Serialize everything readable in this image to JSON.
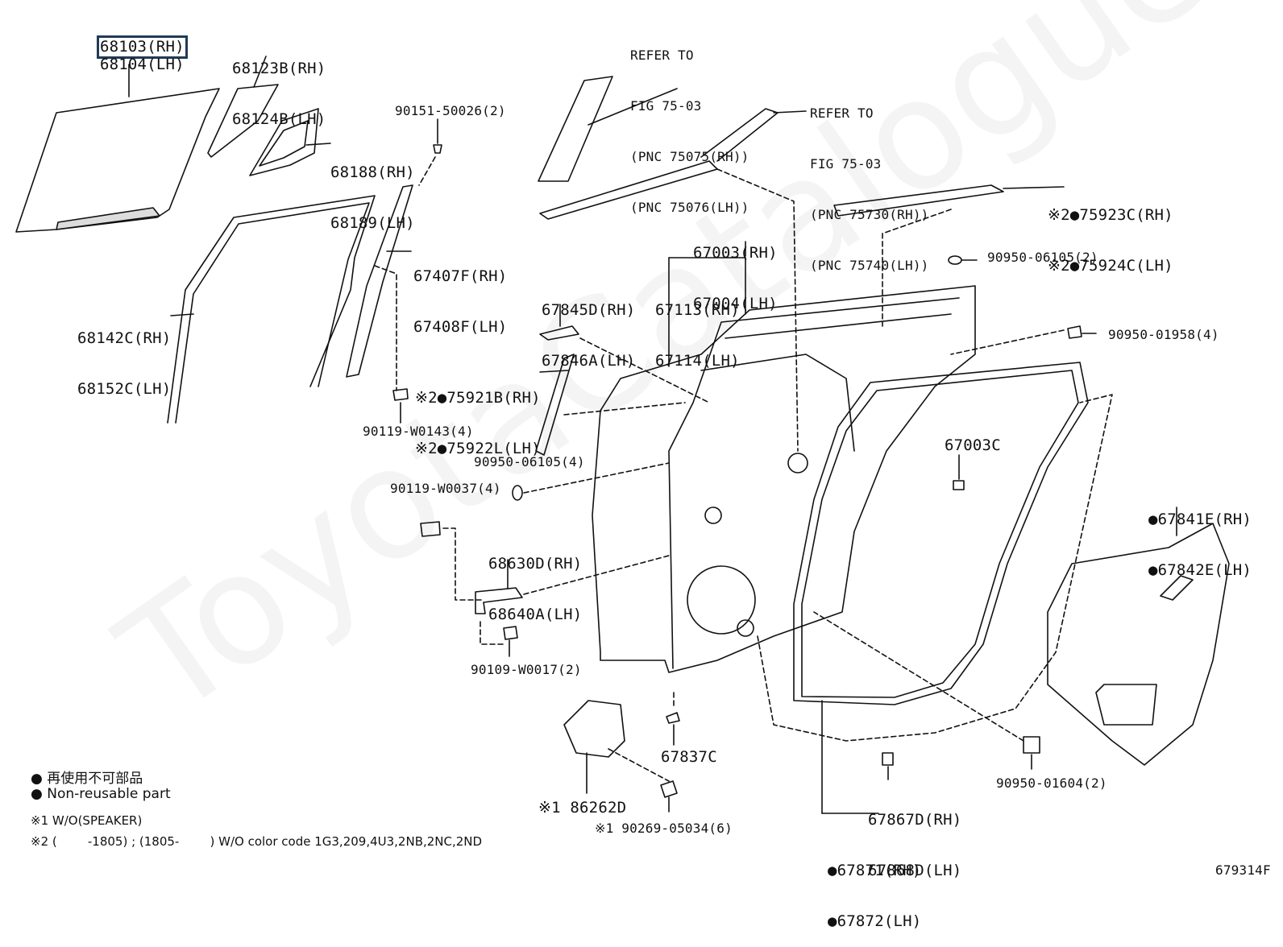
{
  "watermark": "ToyotaCatalogue.ru",
  "callouts": {
    "glass": [
      "68103(RH)",
      "68104(LH)"
    ],
    "quarter_glass": [
      "68123B(RH)",
      "68124B(LH)"
    ],
    "quarter_frame": [
      "68188(RH)",
      "68189(LH)"
    ],
    "screw_90151": "90151-50026(2)",
    "run_channel": [
      "68142C(RH)",
      "68152C(LH)"
    ],
    "division_bar": [
      "67407F(RH)",
      "67408F(LH)"
    ],
    "refer_1": [
      "REFER TO",
      "FIG 75-03",
      "(PNC 75075(RH))",
      "(PNC 75076(LH))"
    ],
    "refer_2": [
      "REFER TO",
      "FIG 75-03",
      "(PNC 75730(RH))",
      "(PNC 75740(LH))"
    ],
    "molding_75923": [
      "※2●75923C(RH)",
      "※2●75924C(LH)"
    ],
    "clip_90950_06105_2": "90950-06105(2)",
    "door_panel": [
      "67003(RH)",
      "67004(LH)"
    ],
    "door_sub": [
      "67113(RH)",
      "67114(LH)"
    ],
    "bracket_67845": [
      "67845D(RH)",
      "67846A(LH)"
    ],
    "clip_90950_01958": "90950-01958(4)",
    "molding_75921": [
      "※2●75921B(RH)",
      "※2●75922L(LH)"
    ],
    "bolt_90119_w0143": "90119-W0143(4)",
    "clip_90950_06105_4": "90950-06105(4)",
    "bolt_90119_w0037": "90119-W0037(4)",
    "hinge_68630": [
      "68630D(RH)",
      "68640A(LH)"
    ],
    "bolt_90109": "90109-W0017(2)",
    "part_67003c": "67003C",
    "service_hole_cover": [
      "●67841E(RH)",
      "●67842E(LH)"
    ],
    "plug_67837c": "67837C",
    "speaker_86262d": "※1 86262D",
    "screw_90269": "※1 90269-05034(6)",
    "clip_67867": [
      "67867D(RH)",
      "67868D(LH)"
    ],
    "clip_90950_01604": "90950-01604(2)",
    "weatherstrip": [
      "●67871(RH)",
      "●67872(LH)"
    ]
  },
  "legend": {
    "line_jp": "● 再使用不可部品",
    "line_en": "● Non-reusable part",
    "note_1": "※1 W/O(SPEAKER)",
    "note_2": "※2 (        -1805) ; (1805-        ) W/O color code 1G3,209,4U3,2NB,2NC,2ND"
  },
  "figure_code": "679314F",
  "selected_part": "68103(RH)"
}
